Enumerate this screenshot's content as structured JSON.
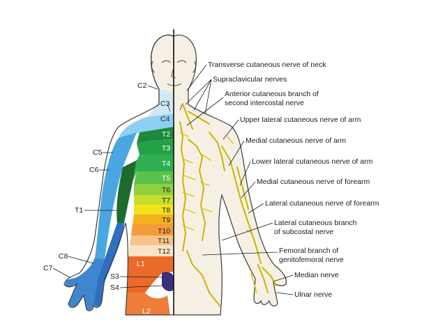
{
  "derm_labels": {
    "C2": "C2",
    "C3": "C3",
    "C4": "C4",
    "C5": "C5",
    "C6": "C6",
    "C7": "C7",
    "C8": "C8",
    "T1": "T1",
    "T2": "T2",
    "T3": "T3",
    "T4": "T4",
    "T5": "T5",
    "T6": "T6",
    "T7": "T7",
    "T8": "T8",
    "T9": "T9",
    "T10": "T10",
    "T11": "T11",
    "T12": "T12",
    "L1": "L1",
    "L2": "L2",
    "S3": "S3",
    "S4": "S4"
  },
  "nerve_labels": [
    "Transverse cutaneous nerve of neck",
    "Supraclavicular nerves",
    "Anterior cutaneous branch of",
    "second intercostal nerve",
    "Upper lateral cutaneous nerve of arm",
    "Medial cutaneous nerve of arm",
    "Lower lateral cutaneous nerve of arm",
    "Medial cutaneous nerve of forearm",
    "Lateral cutaneous nerve of forearm",
    "Lateral cutaneous branch",
    "of subcostal nerve",
    "Femoral branch of",
    "genitofemoral nerve",
    "Median nerve",
    "Ulnar nerve"
  ],
  "colors": {
    "c3": "#cfe9f7",
    "c4": "#8fd0f2",
    "c5": "#4aa6e0",
    "c6": "#3f86cf",
    "c7": "#2f6fc0",
    "c8": "#3d9a4a",
    "t1": "#1e6b2e",
    "t2": "#1b8a3a",
    "t3": "#24a148",
    "t4": "#2eb052",
    "t5": "#5cc04a",
    "t6": "#8fd040",
    "t7": "#c8dc30",
    "t8": "#f2e21a",
    "t9": "#f6b21e",
    "t10": "#f39a3a",
    "t11": "#f7c38a",
    "t12": "#fbe3c6",
    "l1": "#ea6a2a",
    "l2": "#ef7d3a",
    "s3": "#3a2f7a",
    "skin": "#f6f0e4",
    "nerve": "#c8b400"
  }
}
